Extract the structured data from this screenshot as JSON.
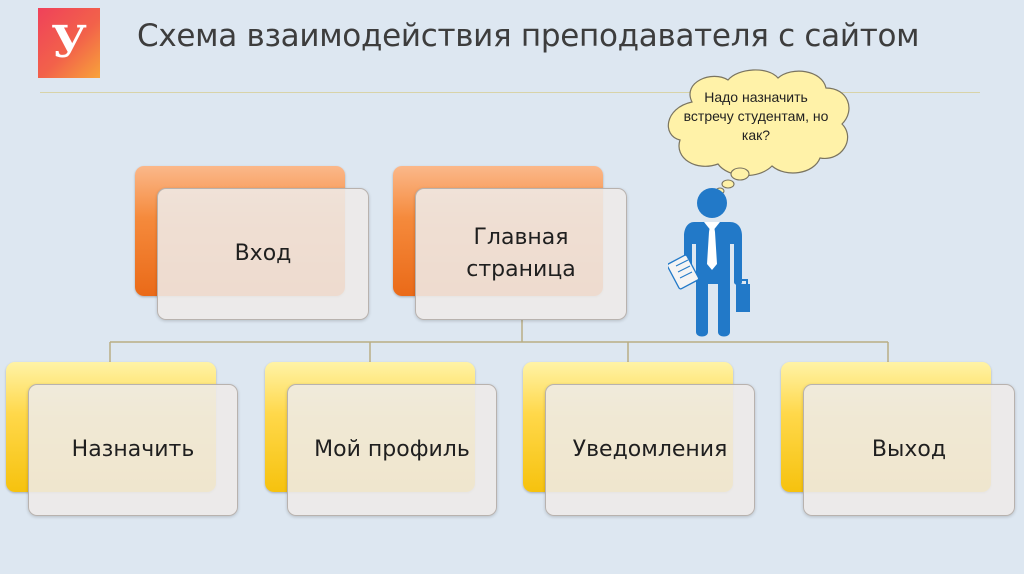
{
  "header": {
    "logo_letter": "У",
    "title": "Схема взаимодействия преподавателя с сайтом"
  },
  "diagram": {
    "top_nodes": [
      {
        "label": "Вход"
      },
      {
        "label": "Главная страница"
      }
    ],
    "bottom_nodes": [
      {
        "label": "Назначить"
      },
      {
        "label": "Мой профиль"
      },
      {
        "label": "Уведомления"
      },
      {
        "label": "Выход"
      }
    ],
    "thought_bubble": {
      "text": "Надо назначить встречу студентам, но как?"
    }
  },
  "colors": {
    "background": "#dde7f1",
    "top_card_accent": "#f58a3c",
    "bottom_card_accent": "#ffd84a",
    "person": "#2279c8",
    "connector": "#b9ad84"
  }
}
